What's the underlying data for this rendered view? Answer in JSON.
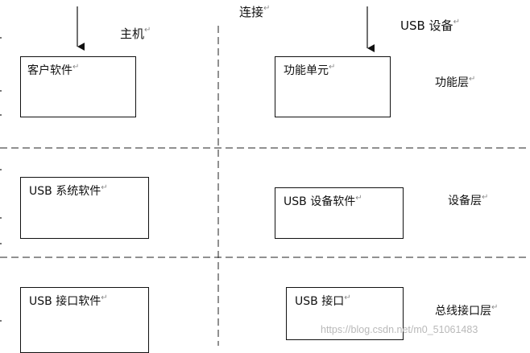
{
  "diagram": {
    "host_label": "主机",
    "connection_label": "连接",
    "usb_device_label": "USB 设备",
    "para_mark": "↵",
    "boxes": {
      "client_software": "客户软件",
      "function_unit": "功能单元",
      "usb_system_software": "USB 系统软件",
      "usb_device_software": "USB 设备软件",
      "usb_interface_software": "USB 接口软件",
      "usb_interface": "USB 接口"
    },
    "layers": {
      "function_layer": "功能层",
      "device_layer": "设备层",
      "bus_interface_layer": "总线接口层"
    },
    "watermark": "https://blog.csdn.net/m0_51061483"
  }
}
